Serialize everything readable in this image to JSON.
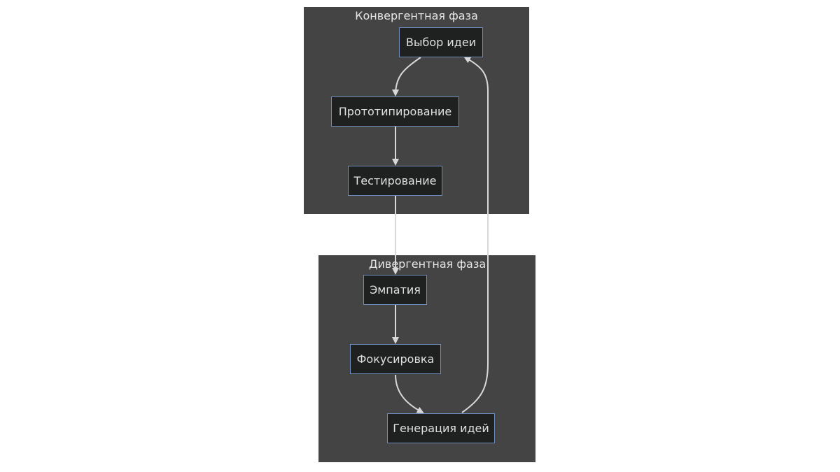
{
  "clusters": {
    "convergent": {
      "title": "Конвергентная фаза"
    },
    "divergent": {
      "title": "Дивергентная фаза"
    }
  },
  "nodes": {
    "idea_selection": "Выбор идеи",
    "prototyping": "Прототипирование",
    "testing": "Тестирование",
    "empathy": "Эмпатия",
    "focusing": "Фокусировка",
    "idea_generation": "Генерация идей"
  },
  "colors": {
    "cluster_fill": "#444444",
    "node_fill": "#1f2020",
    "node_border": "#6c8ebf",
    "edge": "#d8d8d8",
    "text": "#e0e0e0"
  }
}
